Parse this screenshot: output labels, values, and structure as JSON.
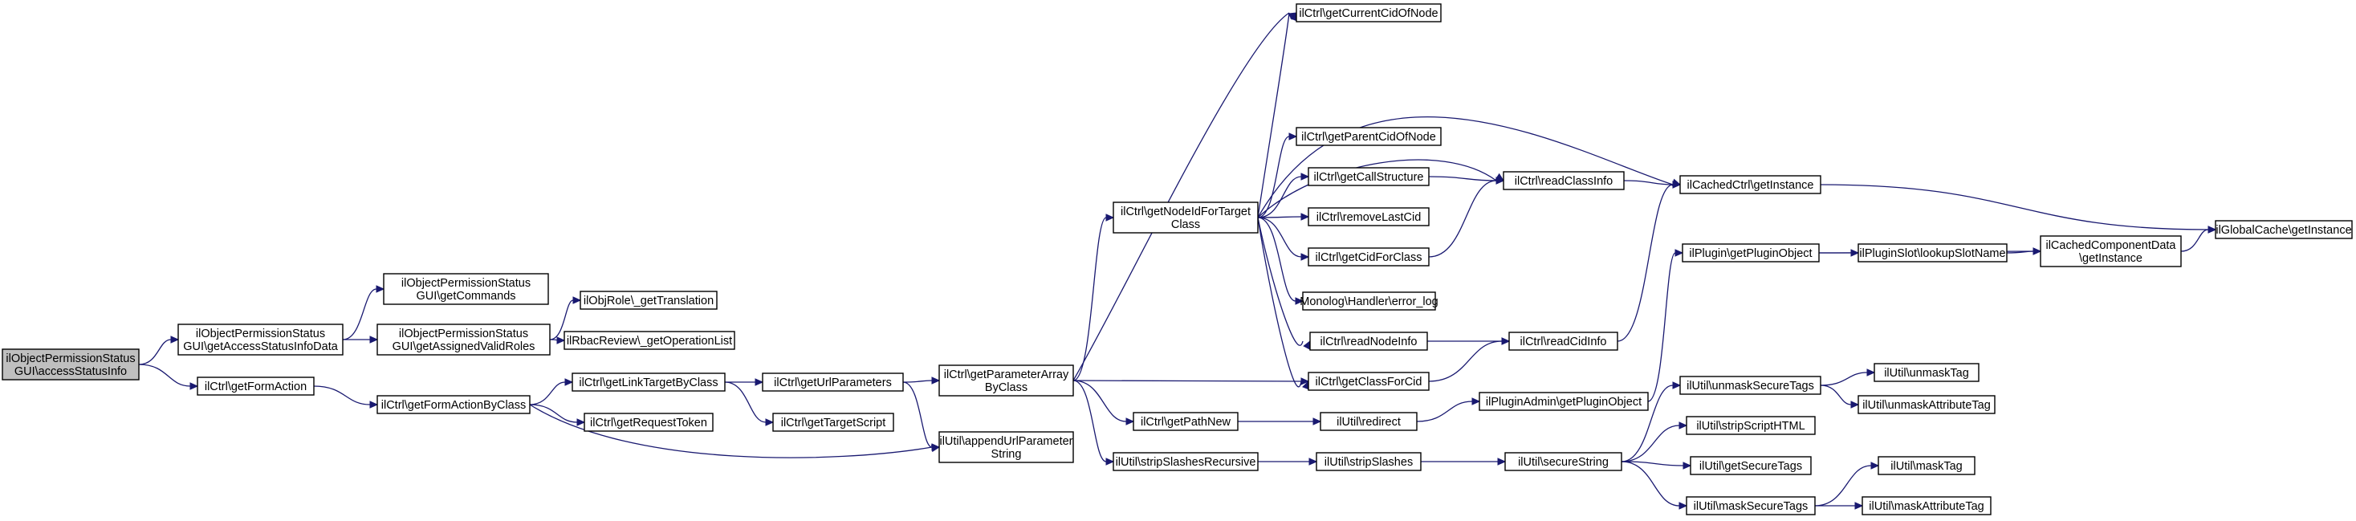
{
  "diagram": {
    "colors": {
      "edge": "#191970",
      "node_border": "#000000",
      "root_fill": "#bfbfbf",
      "node_fill": "#ffffff"
    },
    "nodes": [
      {
        "id": "root",
        "lines": [
          "ilObjectPermissionStatus",
          "GUI\\accessStatusInfo"
        ],
        "root": true
      },
      {
        "id": "getAccessStatusInfoData",
        "lines": [
          "ilObjectPermissionStatus",
          "GUI\\getAccessStatusInfoData"
        ]
      },
      {
        "id": "getFormAction",
        "lines": [
          "ilCtrl\\getFormAction"
        ]
      },
      {
        "id": "getCommands",
        "lines": [
          "ilObjectPermissionStatus",
          "GUI\\getCommands"
        ]
      },
      {
        "id": "getAssignedValidRoles",
        "lines": [
          "ilObjectPermissionStatus",
          "GUI\\getAssignedValidRoles"
        ]
      },
      {
        "id": "getFormActionByClass",
        "lines": [
          "ilCtrl\\getFormActionByClass"
        ]
      },
      {
        "id": "getTranslation",
        "lines": [
          "ilObjRole\\_getTranslation"
        ]
      },
      {
        "id": "getOperationList",
        "lines": [
          "ilRbacReview\\_getOperationList"
        ]
      },
      {
        "id": "getLinkTargetByClass",
        "lines": [
          "ilCtrl\\getLinkTargetByClass"
        ]
      },
      {
        "id": "getRequestToken",
        "lines": [
          "ilCtrl\\getRequestToken"
        ]
      },
      {
        "id": "getUrlParameters",
        "lines": [
          "ilCtrl\\getUrlParameters"
        ]
      },
      {
        "id": "getTargetScript",
        "lines": [
          "ilCtrl\\getTargetScript"
        ]
      },
      {
        "id": "getParameterArrayByClass",
        "lines": [
          "ilCtrl\\getParameterArray",
          "ByClass"
        ]
      },
      {
        "id": "appendUrlParameterString",
        "lines": [
          "ilUtil\\appendUrlParameter",
          "String"
        ]
      },
      {
        "id": "getNodeIdForTargetClass",
        "lines": [
          "ilCtrl\\getNodeIdForTarget",
          "Class"
        ]
      },
      {
        "id": "getPathNew",
        "lines": [
          "ilCtrl\\getPathNew"
        ]
      },
      {
        "id": "stripSlashesRecursive",
        "lines": [
          "ilUtil\\stripSlashesRecursive"
        ]
      },
      {
        "id": "getCurrentCidOfNode",
        "lines": [
          "ilCtrl\\getCurrentCidOfNode"
        ]
      },
      {
        "id": "getParentCidOfNode",
        "lines": [
          "ilCtrl\\getParentCidOfNode"
        ]
      },
      {
        "id": "getCallStructure",
        "lines": [
          "ilCtrl\\getCallStructure"
        ]
      },
      {
        "id": "removeLastCid",
        "lines": [
          "ilCtrl\\removeLastCid"
        ]
      },
      {
        "id": "getCidForClass",
        "lines": [
          "ilCtrl\\getCidForClass"
        ]
      },
      {
        "id": "errorLog",
        "lines": [
          "Monolog\\Handler\\error_log"
        ]
      },
      {
        "id": "readNodeInfo",
        "lines": [
          "ilCtrl\\readNodeInfo"
        ]
      },
      {
        "id": "getClassForCid",
        "lines": [
          "ilCtrl\\getClassForCid"
        ]
      },
      {
        "id": "redirect",
        "lines": [
          "ilUtil\\redirect"
        ]
      },
      {
        "id": "stripSlashes",
        "lines": [
          "ilUtil\\stripSlashes"
        ]
      },
      {
        "id": "readClassInfo",
        "lines": [
          "ilCtrl\\readClassInfo"
        ]
      },
      {
        "id": "readCidInfo",
        "lines": [
          "ilCtrl\\readCidInfo"
        ]
      },
      {
        "id": "getPluginObjectAdmin",
        "lines": [
          "ilPluginAdmin\\getPluginObject"
        ]
      },
      {
        "id": "secureString",
        "lines": [
          "ilUtil\\secureString"
        ]
      },
      {
        "id": "cachedCtrlGetInstance",
        "lines": [
          "ilCachedCtrl\\getInstance"
        ]
      },
      {
        "id": "pluginGetPluginObject",
        "lines": [
          "ilPlugin\\getPluginObject"
        ]
      },
      {
        "id": "unmaskSecureTags",
        "lines": [
          "ilUtil\\unmaskSecureTags"
        ]
      },
      {
        "id": "stripScriptHTML",
        "lines": [
          "ilUtil\\stripScriptHTML"
        ]
      },
      {
        "id": "getSecureTags",
        "lines": [
          "ilUtil\\getSecureTags"
        ]
      },
      {
        "id": "maskSecureTags",
        "lines": [
          "ilUtil\\maskSecureTags"
        ]
      },
      {
        "id": "lookupSlotName",
        "lines": [
          "ilPluginSlot\\lookupSlotName"
        ]
      },
      {
        "id": "cachedComponentData",
        "lines": [
          "ilCachedComponentData",
          "\\getInstance"
        ]
      },
      {
        "id": "unmaskTag",
        "lines": [
          "ilUtil\\unmaskTag"
        ]
      },
      {
        "id": "unmaskAttributeTag",
        "lines": [
          "ilUtil\\unmaskAttributeTag"
        ]
      },
      {
        "id": "maskTag",
        "lines": [
          "ilUtil\\maskTag"
        ]
      },
      {
        "id": "maskAttributeTag",
        "lines": [
          "ilUtil\\maskAttributeTag"
        ]
      },
      {
        "id": "globalCache",
        "lines": [
          "ilGlobalCache\\getInstance"
        ]
      }
    ],
    "edges": [
      {
        "from": "root",
        "to": "getAccessStatusInfoData"
      },
      {
        "from": "root",
        "to": "getFormAction"
      },
      {
        "from": "getAccessStatusInfoData",
        "to": "getCommands"
      },
      {
        "from": "getAccessStatusInfoData",
        "to": "getAssignedValidRoles"
      },
      {
        "from": "getFormAction",
        "to": "getFormActionByClass"
      },
      {
        "from": "getAssignedValidRoles",
        "to": "getTranslation"
      },
      {
        "from": "getAssignedValidRoles",
        "to": "getOperationList"
      },
      {
        "from": "getFormActionByClass",
        "to": "getLinkTargetByClass"
      },
      {
        "from": "getFormActionByClass",
        "to": "getRequestToken"
      },
      {
        "from": "getFormActionByClass",
        "to": "appendUrlParameterString"
      },
      {
        "from": "getLinkTargetByClass",
        "to": "getUrlParameters"
      },
      {
        "from": "getLinkTargetByClass",
        "to": "getTargetScript"
      },
      {
        "from": "getUrlParameters",
        "to": "getParameterArrayByClass"
      },
      {
        "from": "getUrlParameters",
        "to": "appendUrlParameterString"
      },
      {
        "from": "getParameterArrayByClass",
        "to": "getNodeIdForTargetClass"
      },
      {
        "from": "getParameterArrayByClass",
        "to": "getCurrentCidOfNode"
      },
      {
        "from": "getParameterArrayByClass",
        "to": "getClassForCid"
      },
      {
        "from": "getParameterArrayByClass",
        "to": "getPathNew"
      },
      {
        "from": "getParameterArrayByClass",
        "to": "stripSlashesRecursive"
      },
      {
        "from": "getNodeIdForTargetClass",
        "to": "getCurrentCidOfNode"
      },
      {
        "from": "getNodeIdForTargetClass",
        "to": "getParentCidOfNode"
      },
      {
        "from": "getNodeIdForTargetClass",
        "to": "getCallStructure"
      },
      {
        "from": "getNodeIdForTargetClass",
        "to": "removeLastCid"
      },
      {
        "from": "getNodeIdForTargetClass",
        "to": "getCidForClass"
      },
      {
        "from": "getNodeIdForTargetClass",
        "to": "errorLog"
      },
      {
        "from": "getNodeIdForTargetClass",
        "to": "readNodeInfo"
      },
      {
        "from": "getNodeIdForTargetClass",
        "to": "getClassForCid"
      },
      {
        "from": "getNodeIdForTargetClass",
        "to": "readClassInfo"
      },
      {
        "from": "getNodeIdForTargetClass",
        "to": "cachedCtrlGetInstance"
      },
      {
        "from": "getPathNew",
        "to": "redirect"
      },
      {
        "from": "stripSlashesRecursive",
        "to": "stripSlashes"
      },
      {
        "from": "getCallStructure",
        "to": "readClassInfo"
      },
      {
        "from": "getCidForClass",
        "to": "readClassInfo"
      },
      {
        "from": "readNodeInfo",
        "to": "readCidInfo"
      },
      {
        "from": "getClassForCid",
        "to": "readCidInfo"
      },
      {
        "from": "redirect",
        "to": "getPluginObjectAdmin"
      },
      {
        "from": "stripSlashes",
        "to": "secureString"
      },
      {
        "from": "readClassInfo",
        "to": "cachedCtrlGetInstance"
      },
      {
        "from": "readCidInfo",
        "to": "cachedCtrlGetInstance"
      },
      {
        "from": "getPluginObjectAdmin",
        "to": "pluginGetPluginObject"
      },
      {
        "from": "secureString",
        "to": "unmaskSecureTags"
      },
      {
        "from": "secureString",
        "to": "stripScriptHTML"
      },
      {
        "from": "secureString",
        "to": "getSecureTags"
      },
      {
        "from": "secureString",
        "to": "maskSecureTags"
      },
      {
        "from": "cachedCtrlGetInstance",
        "to": "globalCache"
      },
      {
        "from": "pluginGetPluginObject",
        "to": "lookupSlotName"
      },
      {
        "from": "pluginGetPluginObject",
        "to": "cachedComponentData"
      },
      {
        "from": "lookupSlotName",
        "to": "cachedComponentData"
      },
      {
        "from": "cachedComponentData",
        "to": "globalCache"
      },
      {
        "from": "unmaskSecureTags",
        "to": "unmaskTag"
      },
      {
        "from": "unmaskSecureTags",
        "to": "unmaskAttributeTag"
      },
      {
        "from": "maskSecureTags",
        "to": "maskTag"
      },
      {
        "from": "maskSecureTags",
        "to": "maskAttributeTag"
      }
    ]
  }
}
